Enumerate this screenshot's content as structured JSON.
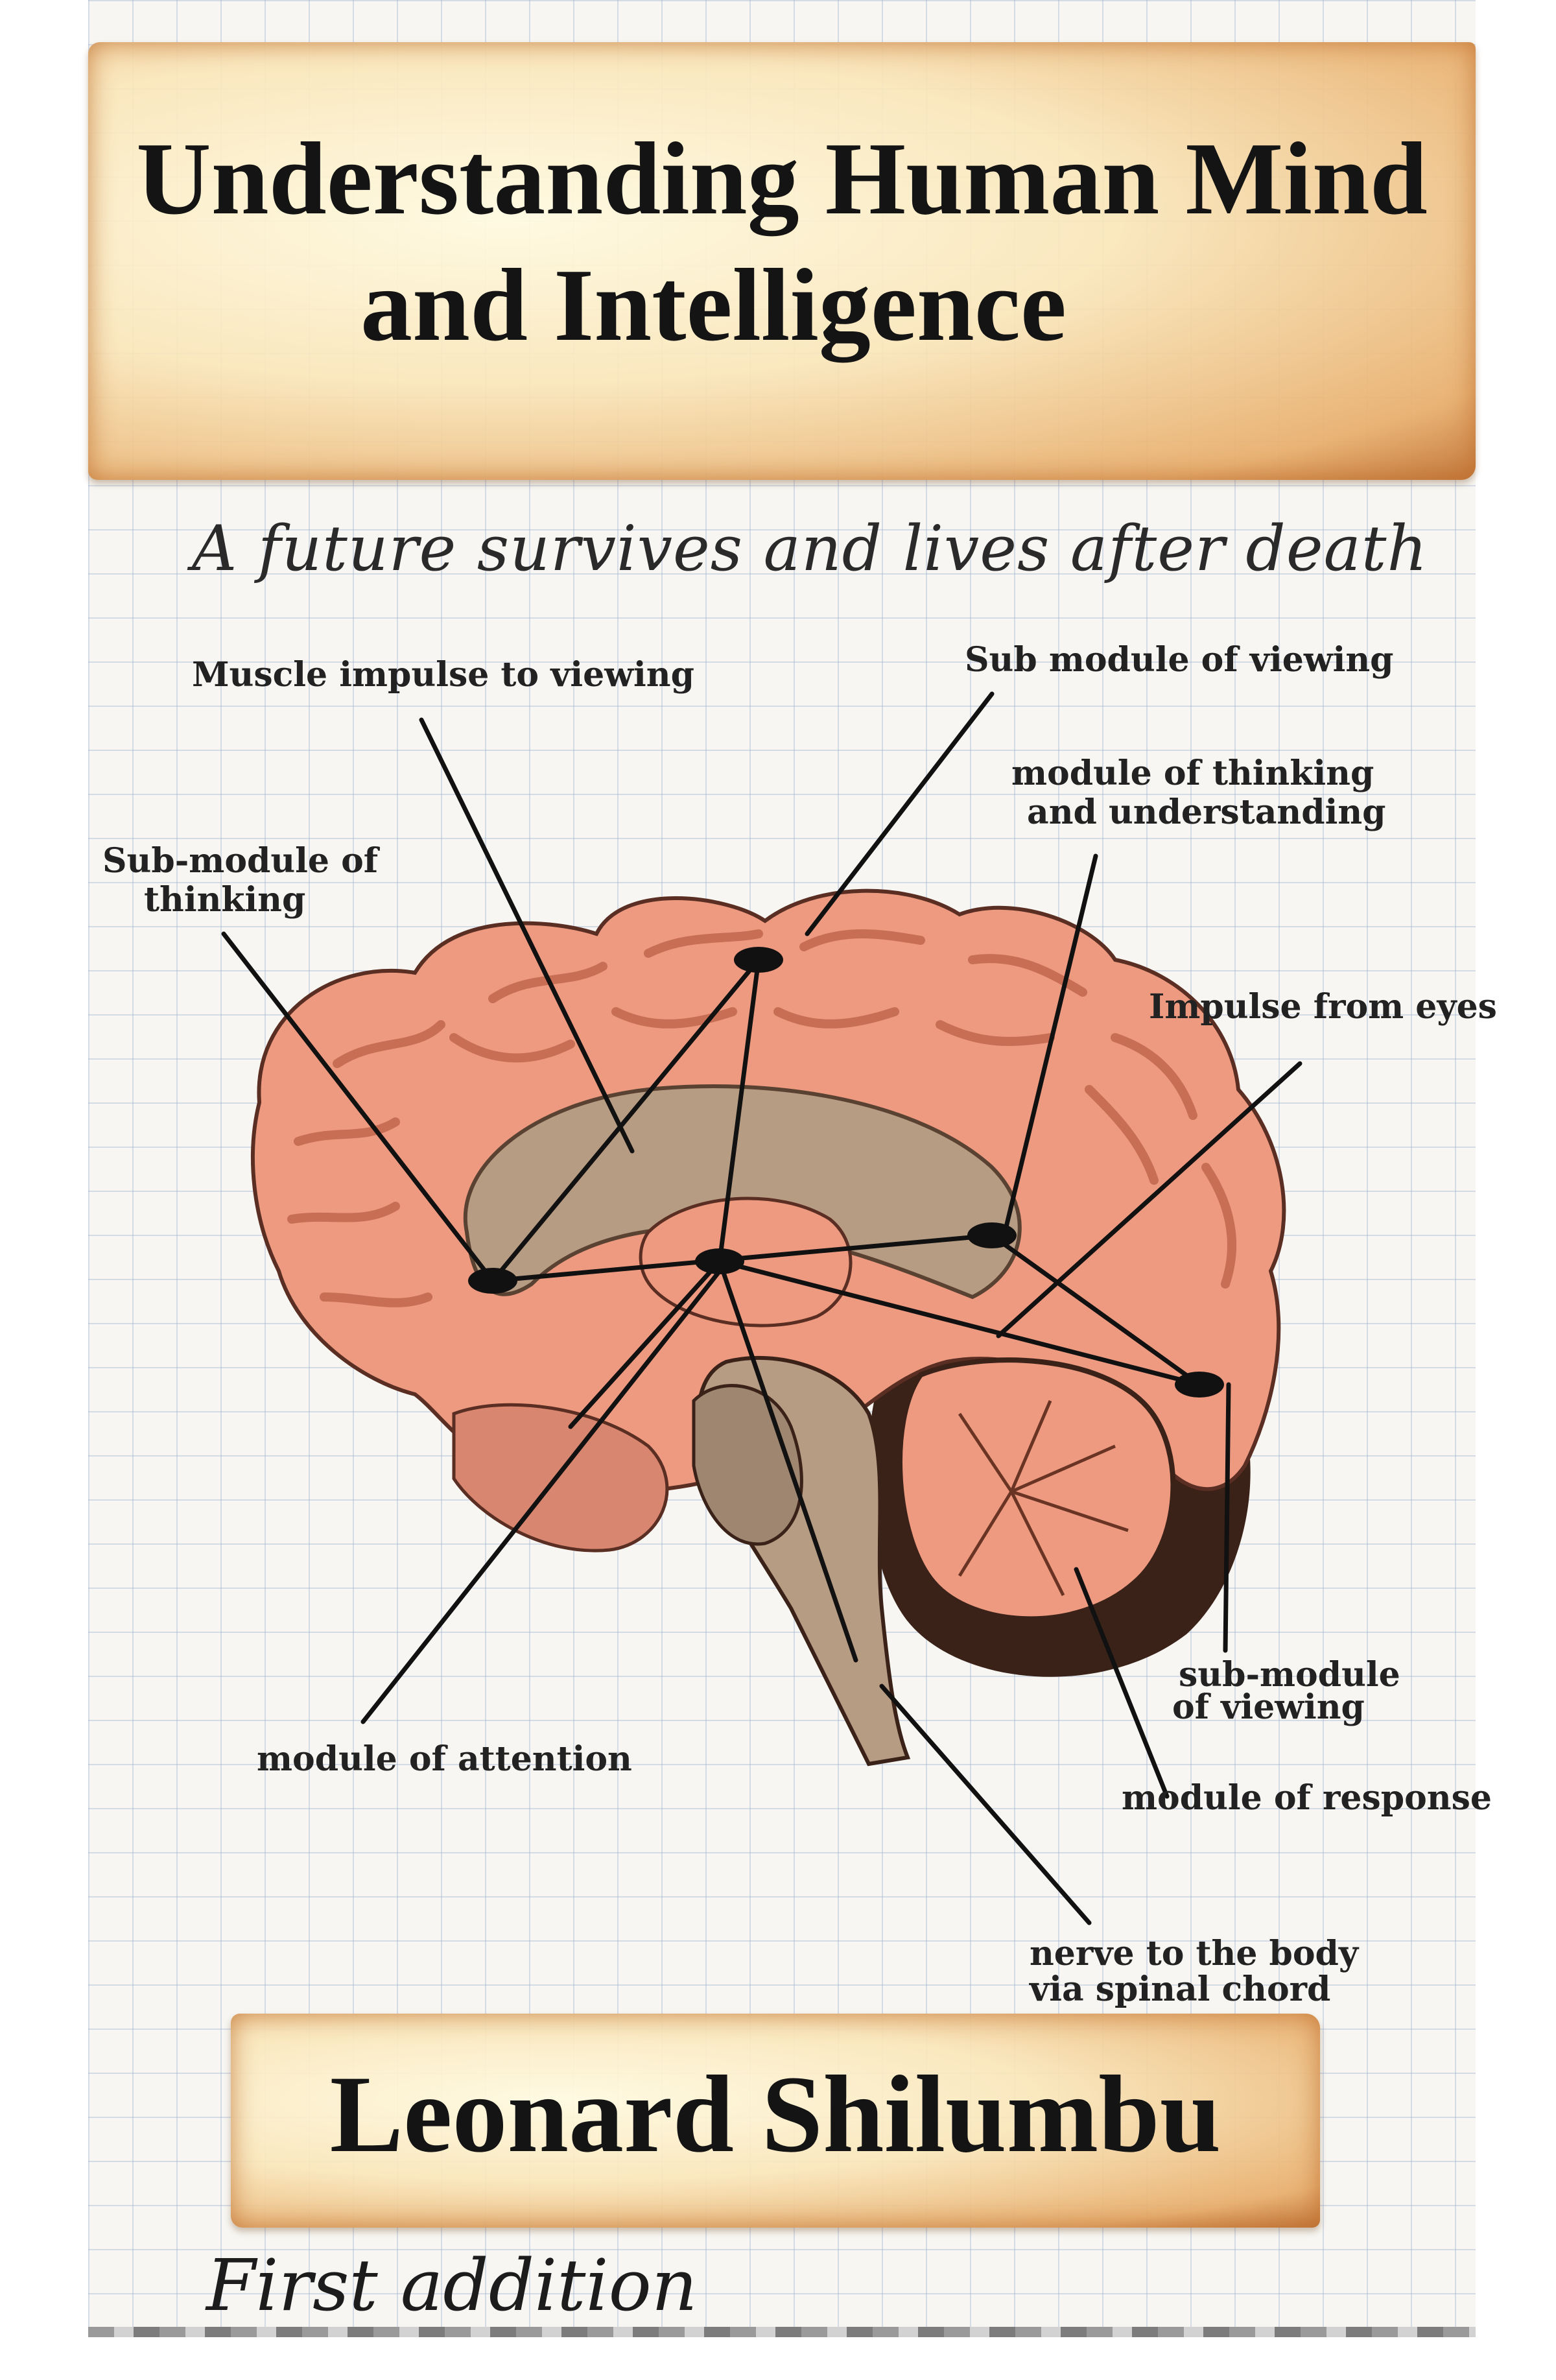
{
  "title": {
    "line1": "Understanding Human Mind",
    "line2": "and Intelligence"
  },
  "subtitle": "A future survives and lives after death",
  "diagram_labels": {
    "muscle_impulse": "Muscle impulse to viewing",
    "sub_module_viewing_top": "Sub module of viewing",
    "module_thinking_1": "module of thinking",
    "module_thinking_2": "and understanding",
    "sub_module_thinking_1": "Sub-module of",
    "sub_module_thinking_2": "thinking",
    "impulse_from_eyes": "Impulse from eyes",
    "sub_module_viewing_bottom_1": "sub-module",
    "sub_module_viewing_bottom_2": "of viewing",
    "module_attention": "module of attention",
    "module_response": "module of response",
    "nerve_1": "nerve to the body",
    "nerve_2": "via spinal chord"
  },
  "author": "Leonard Shilumbu",
  "edition": "First addition",
  "colors": {
    "brain": "#ee9a80",
    "brain_dark": "#c76e55",
    "inner": "#b79c84",
    "parchment": "#f2c994"
  }
}
